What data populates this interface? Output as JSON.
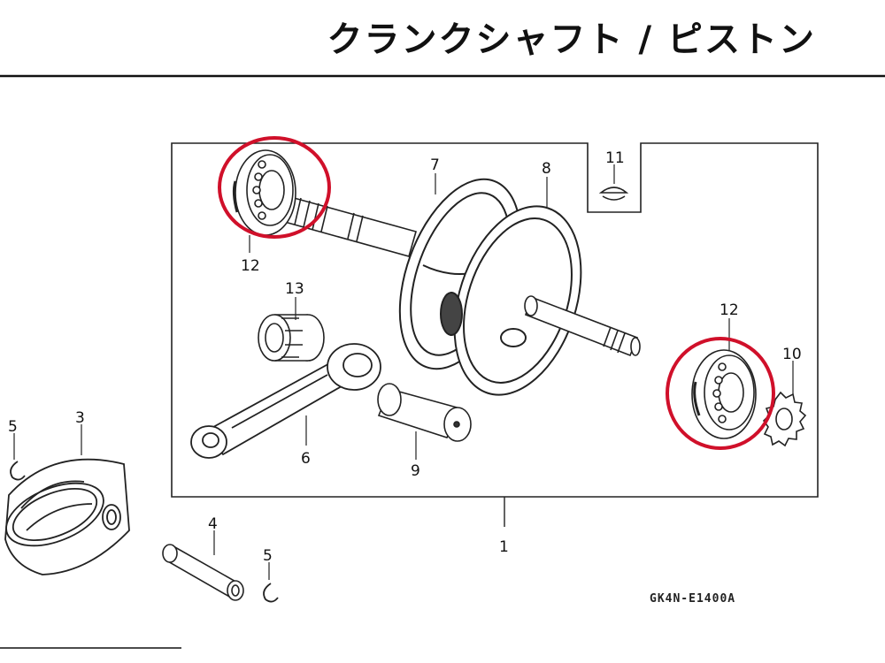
{
  "title": "クランクシャフト / ピストン",
  "diagram_code": "GK4N-E1400A",
  "labels": {
    "crankshaft_assy": "1",
    "piston": "3",
    "piston_pin": "4",
    "piston_pin_clip_left": "5",
    "piston_pin_clip_right": "5",
    "connecting_rod": "6",
    "crank_weight_left": "7",
    "crank_weight_right": "8",
    "crank_pin": "9",
    "timing_gear": "10",
    "woodruff_key": "11",
    "bearing_left": "12",
    "bearing_right": "12",
    "needle_bearing": "13"
  },
  "highlight_color": "#d0102a"
}
